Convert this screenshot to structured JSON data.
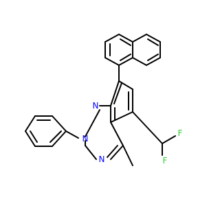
{
  "molecule": {
    "atom_labels": {
      "n_pyridine": "N",
      "n_phenyl": "N",
      "n_pyrazole": "N",
      "f_upper": "F",
      "f_lower": "F"
    },
    "colors": {
      "bond": "#000000",
      "nitrogen": "#0000ff",
      "fluorine": "#33cc33",
      "background": "#ffffff"
    }
  }
}
